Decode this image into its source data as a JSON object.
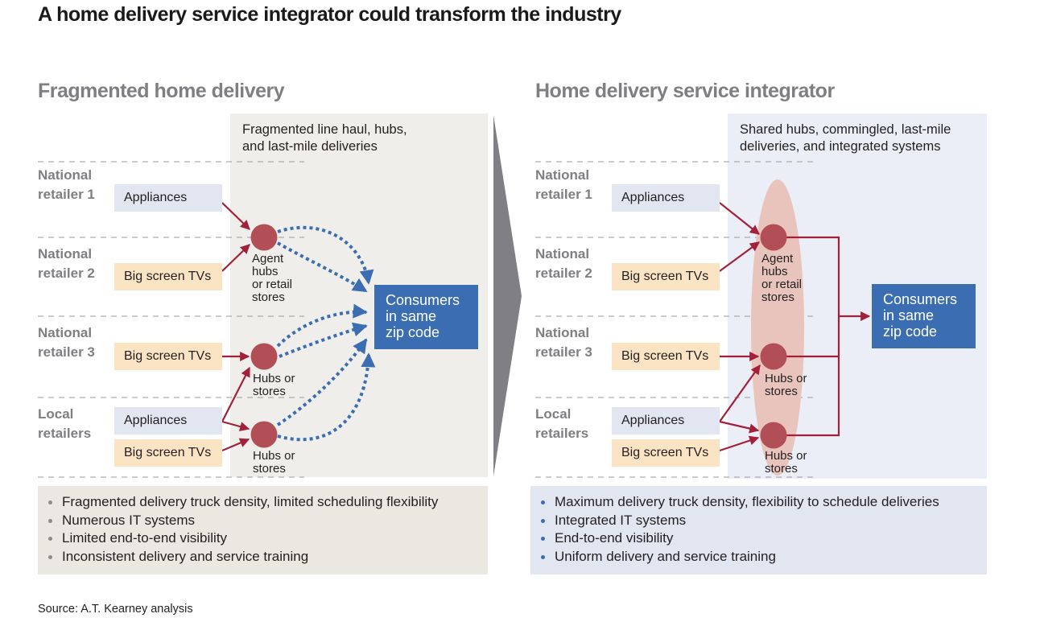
{
  "title": "A home delivery service integrator could transform the industry",
  "left": {
    "heading": "Fragmented home delivery",
    "caption_line1": "Fragmented line haul, hubs,",
    "caption_line2": "and last-mile deliveries",
    "rows": [
      {
        "label_line1": "National",
        "label_line2": "retailer 1"
      },
      {
        "label_line1": "National",
        "label_line2": "retailer 2"
      },
      {
        "label_line1": "National",
        "label_line2": "retailer 3"
      },
      {
        "label_line1": "Local",
        "label_line2": "retailers"
      }
    ],
    "products": [
      "Appliances",
      "Big screen TVs",
      "Big screen TVs",
      "Appliances",
      "Big screen TVs"
    ],
    "hubs": [
      {
        "lines": [
          "Agent",
          "hubs",
          "or retail",
          "stores"
        ]
      },
      {
        "lines": [
          "Hubs or",
          "stores"
        ]
      },
      {
        "lines": [
          "Hubs or",
          "stores"
        ]
      }
    ],
    "consumer_lines": [
      "Consumers",
      "in same",
      "zip code"
    ],
    "flow_style": "dotted",
    "bullets": [
      "Fragmented delivery truck density, limited scheduling flexibility",
      "Numerous IT systems",
      "Limited end-to-end visibility",
      "Inconsistent delivery and service training"
    ]
  },
  "right": {
    "heading": "Home delivery service integrator",
    "caption_line1": "Shared hubs, commingled, last-mile",
    "caption_line2": "deliveries, and integrated systems",
    "rows": [
      {
        "label_line1": "National",
        "label_line2": "retailer 1"
      },
      {
        "label_line1": "National",
        "label_line2": "retailer 2"
      },
      {
        "label_line1": "National",
        "label_line2": "retailer 3"
      },
      {
        "label_line1": "Local",
        "label_line2": "retailers"
      }
    ],
    "products": [
      "Appliances",
      "Big screen TVs",
      "Big screen TVs",
      "Appliances",
      "Big screen TVs"
    ],
    "hubs": [
      {
        "lines": [
          "Agent",
          "hubs",
          "or retail",
          "stores"
        ]
      },
      {
        "lines": [
          "Hubs or",
          "stores"
        ]
      },
      {
        "lines": [
          "Hubs or",
          "stores"
        ]
      }
    ],
    "consumer_lines": [
      "Consumers",
      "in same",
      "zip code"
    ],
    "flow_style": "consolidated",
    "bullets": [
      "Maximum delivery truck density, flexibility to schedule deliveries",
      "Integrated IT systems",
      "End-to-end visibility",
      "Uniform delivery and service training"
    ]
  },
  "source": "Source: A.T. Kearney analysis",
  "colors": {
    "heading_gray": "#7f7f83",
    "flow_red": "#a3203a",
    "hub_red": "#b24e55",
    "consumer_blue": "#3b6db2",
    "dotted_blue": "#3b6db2",
    "appliance_box": "#e1e6f1",
    "tv_box": "#fbe4c4",
    "left_panel": "#f0eeeb",
    "right_panel": "#ebeef6",
    "integrator_ellipse": "#e8c4bc",
    "transition_arrow": "#808084"
  }
}
